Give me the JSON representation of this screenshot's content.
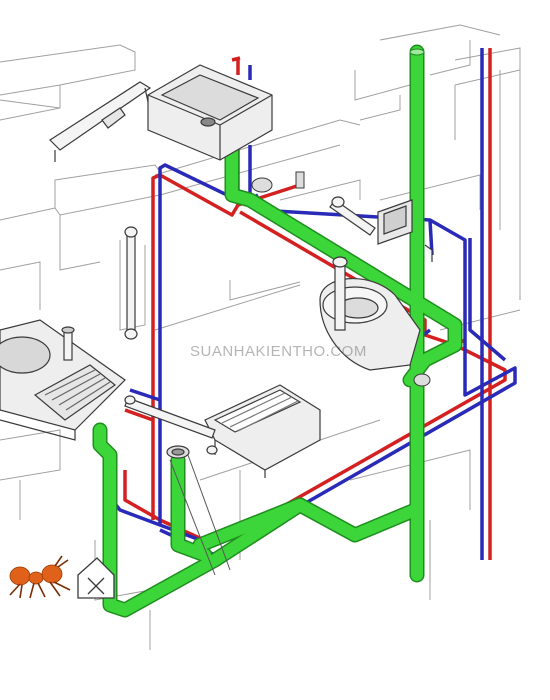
{
  "watermark": "SUANHAKIENTHO.COM",
  "colors": {
    "drain_pipe": "#3dd63a",
    "drain_pipe_edge": "#1e8e1e",
    "hot_water_pipe": "#d42020",
    "cold_water_pipe": "#2a2ab8",
    "structure_line": "#9a9a9a",
    "fixture_fill": "#eeeeee",
    "fixture_edge": "#3a3a3a",
    "logo_ant": "#e0621a"
  },
  "fixtures": [
    "wall-basin",
    "kitchen-sink",
    "wall-toilet",
    "floor-drain",
    "grab-bar",
    "fold-down-seat",
    "flush-plate"
  ],
  "logo": {
    "icon": "ant-tools-icon"
  }
}
